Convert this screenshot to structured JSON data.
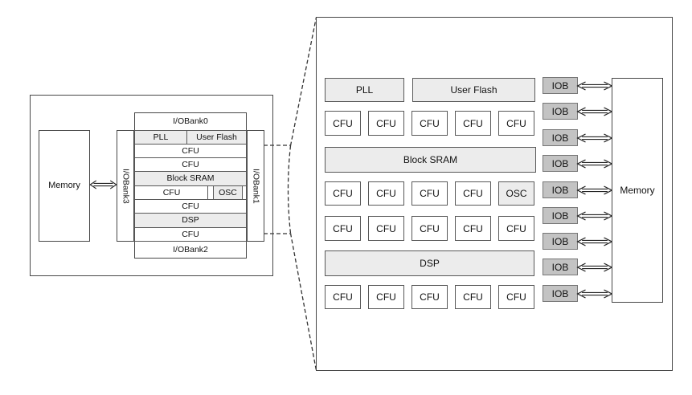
{
  "left": {
    "memory_label": "Memory",
    "iobank0_label": "I/OBank0",
    "iobank1_label": "I/OBank1",
    "iobank2_label": "I/OBank2",
    "iobank3_label": "I/OBank3",
    "pll_label": "PLL",
    "user_flash_label": "User Flash",
    "cfu_label": "CFU",
    "block_sram_label": "Block SRAM",
    "osc_label": "OSC",
    "dsp_label": "DSP"
  },
  "right": {
    "pll_label": "PLL",
    "user_flash_label": "User Flash",
    "cfu_label": "CFU",
    "block_sram_label": "Block SRAM",
    "osc_label": "OSC",
    "dsp_label": "DSP",
    "iob_label": "IOB",
    "iob_count": 9,
    "memory_label": "Memory"
  },
  "colors": {
    "background": "#ffffff",
    "block_fill_light": "#ececec",
    "iob_fill": "#c3c3c3",
    "border_dark": "#474747",
    "dashed_line": "#333333"
  }
}
